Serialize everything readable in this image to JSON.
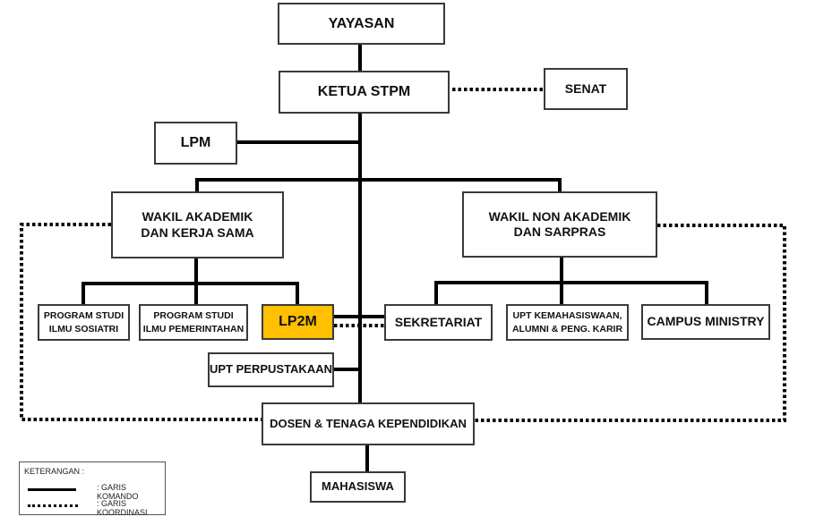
{
  "title": "Struktur Organisasi STPM",
  "nodes": {
    "yayasan": "YAYASAN",
    "ketua": "KETUA STPM",
    "senat": "SENAT",
    "lpm": "LPM",
    "wakil_akademik": [
      "WAKIL AKADEMIK",
      "DAN KERJA SAMA"
    ],
    "wakil_non_akademik": [
      "WAKIL NON AKADEMIK",
      "DAN SARPRAS"
    ],
    "prodi_sosiatri": [
      "PROGRAM STUDI",
      "ILMU SOSIATRI"
    ],
    "prodi_pemerintahan": [
      "PROGRAM STUDI",
      "ILMU PEMERINTAHAN"
    ],
    "lp2m": "LP2M",
    "sekretariat": "SEKRETARIAT",
    "upt_kemahasiswaan": [
      "UPT KEMAHASISWAAN,",
      "ALUMNI & PENG. KARIR"
    ],
    "campus_ministry": "CAMPUS MINISTRY",
    "upt_perpustakaan": "UPT PERPUSTAKAAN",
    "dosen": "DOSEN & TENAGA KEPENDIDIKAN",
    "mahasiswa": "MAHASISWA"
  },
  "highlight_color": "#ffc000",
  "legend": {
    "title": "KETERANGAN :",
    "command_line": ": GARIS KOMANDO",
    "coordination_line": ": GARIS KOORDINASI"
  }
}
